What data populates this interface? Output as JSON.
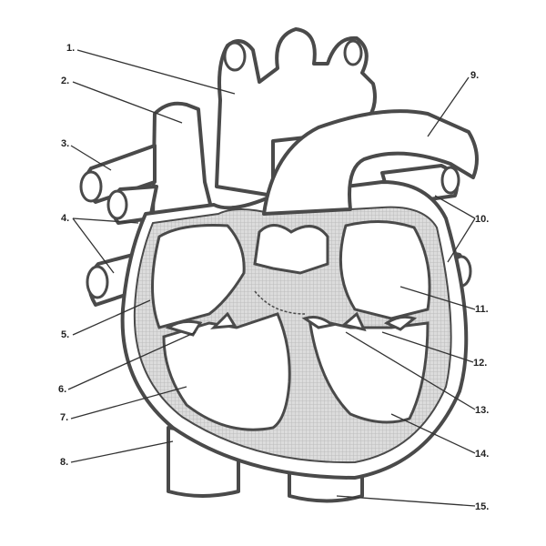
{
  "diagram": {
    "labels": [
      "1.",
      "2.",
      "3.",
      "4.",
      "5.",
      "6.",
      "7.",
      "8.",
      "9.",
      "10.",
      "11.",
      "12.",
      "13.",
      "14.",
      "15."
    ],
    "colors": {
      "outline": "#4a4a4a",
      "muscle": "#d0d0d0",
      "grid": "#b5b5b5",
      "background": "#ffffff"
    }
  }
}
